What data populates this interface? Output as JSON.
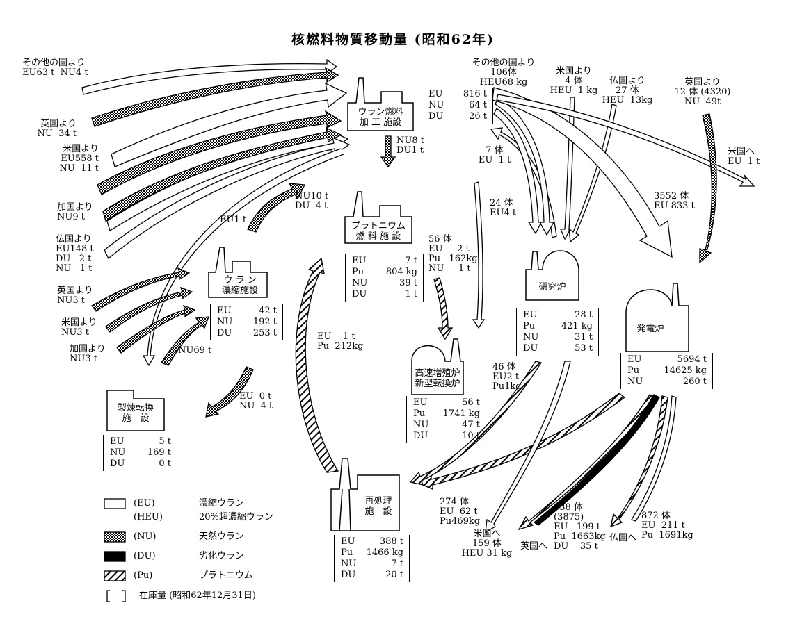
{
  "title": "核燃料物質移動量 (昭和62年)",
  "facilities": {
    "uranium_fuel": {
      "name_l1": "ウラン燃料",
      "name_l2": "加 工 施設",
      "inventory": [
        [
          "EU",
          "816 t"
        ],
        [
          "NU",
          "64 t"
        ],
        [
          "DU",
          "26 t"
        ]
      ]
    },
    "plutonium_fuel": {
      "name_l1": "プラトニウム",
      "name_l2": "燃 料 施 設",
      "inventory": [
        [
          "EU",
          "7 t"
        ],
        [
          "Pu",
          "804 kg"
        ],
        [
          "NU",
          "39 t"
        ],
        [
          "DU",
          "1 t"
        ]
      ]
    },
    "uranium_enrich": {
      "name_l1": "ウ ラ ン",
      "name_l2": "濃縮施設",
      "inventory": [
        [
          "EU",
          "42 t"
        ],
        [
          "NU",
          "192 t"
        ],
        [
          "DU",
          "253 t"
        ]
      ]
    },
    "refining": {
      "name_l1": "製煉転換",
      "name_l2": "施　設",
      "inventory": [
        [
          "EU",
          "5 t"
        ],
        [
          "NU",
          "169 t"
        ],
        [
          "DU",
          "0 t"
        ]
      ]
    },
    "fast_breeder": {
      "name_l1": "高速増殖炉",
      "name_l2": "新型転換炉",
      "inventory": [
        [
          "EU",
          "56 t"
        ],
        [
          "Pu",
          "1741 kg"
        ],
        [
          "NU",
          "47 t"
        ],
        [
          "DU",
          "10 t"
        ]
      ]
    },
    "research": {
      "name_l1": "研究炉",
      "inventory": [
        [
          "EU",
          "28 t"
        ],
        [
          "Pu",
          "421 kg"
        ],
        [
          "NU",
          "31 t"
        ],
        [
          "DU",
          "53 t"
        ]
      ]
    },
    "power": {
      "name_l1": "発電炉",
      "inventory": [
        [
          "EU",
          "5694 t"
        ],
        [
          "Pu",
          "14625 kg"
        ],
        [
          "NU",
          "260 t"
        ]
      ]
    },
    "reprocessing": {
      "name_l1": "再処理",
      "name_l2": "施　設",
      "inventory": [
        [
          "EU",
          "388 t"
        ],
        [
          "Pu",
          "1466 kg"
        ],
        [
          "NU",
          "7 t"
        ],
        [
          "DU",
          "20 t"
        ]
      ]
    }
  },
  "flows": {
    "other_countries_left": [
      "その他の国より",
      "EU63 t  NU4 t"
    ],
    "uk_nu": [
      "英国より",
      "NU  34 t"
    ],
    "us_in": [
      "米国より",
      "EU558 t",
      "NU  11 t"
    ],
    "canada_in": [
      "加国より",
      "NU9 t"
    ],
    "france_in": [
      "仏国より",
      "EU148 t",
      "DU   2 t",
      "NU   1 t"
    ],
    "uk_enrich": [
      "英国より",
      "NU3 t"
    ],
    "us_enrich": [
      "米国より",
      "NU3 t"
    ],
    "canada_enrich": [
      "加国より",
      "NU3 t"
    ],
    "eu1": [
      "EU1 t"
    ],
    "nu10": [
      "NU10 t",
      "DU  4 t"
    ],
    "nu69": [
      "NU69 t"
    ],
    "nu8": [
      "NU8 t",
      "DU1 t"
    ],
    "eu0": [
      "EU  0 t",
      "NU  4 t"
    ],
    "pu_flow": [
      "EU    1 t",
      "Pu  212kg"
    ],
    "other_countries_right": [
      "その他の国より",
      "106体",
      "HEU68 kg"
    ],
    "us_research": [
      "米国より",
      "4 体",
      "HEU  1 kg"
    ],
    "france_research": [
      "仏国より",
      "27 体",
      "HEU  13kg"
    ],
    "uk_right": [
      "英国より",
      "12 体 (4320)",
      "NU  49t"
    ],
    "to_us_top": [
      "米国へ",
      "EU  1 t"
    ],
    "seven": [
      "7 体",
      "EU  1 t"
    ],
    "twentyfour": [
      "24 体",
      "EU4 t"
    ],
    "to_power": [
      "3552 体",
      "EU 833 t"
    ],
    "fiftysix": [
      "56 体",
      "EU     2 t",
      "Pu   162kg",
      "NU     1 t"
    ],
    "fortysix": [
      "46 体",
      "EU2 t",
      "Pu1kg"
    ],
    "to_reproc": [
      "274 体",
      "EU  62 t",
      "Pu469kg"
    ],
    "to_us_bottom": [
      "米国へ",
      "159 体",
      "HEU 31 kg"
    ],
    "to_uk": [
      "838 体",
      "(3875)",
      "EU   199 t",
      "Pu  1663kg",
      "DU    35 t"
    ],
    "to_uk_label": [
      "英国へ"
    ],
    "to_france": [
      "872 体",
      "EU  211 t",
      "Pu  1691kg"
    ],
    "to_france_label": [
      "仏国へ"
    ]
  },
  "legend": [
    {
      "code": "(EU)",
      "name": "濃縮ウラン",
      "fill": "white"
    },
    {
      "code": "(HEU)",
      "name": "20%超濃縮ウラン",
      "fill": "none"
    },
    {
      "code": "(NU)",
      "name": "天然ウラン",
      "fill": "dots"
    },
    {
      "code": "(DU)",
      "name": "劣化ウラン",
      "fill": "black"
    },
    {
      "code": "(Pu)",
      "name": "プラトニウム",
      "fill": "hatch"
    },
    {
      "code": "",
      "name": "在庫量 (昭和62年12月31日)",
      "fill": "bracket"
    }
  ]
}
